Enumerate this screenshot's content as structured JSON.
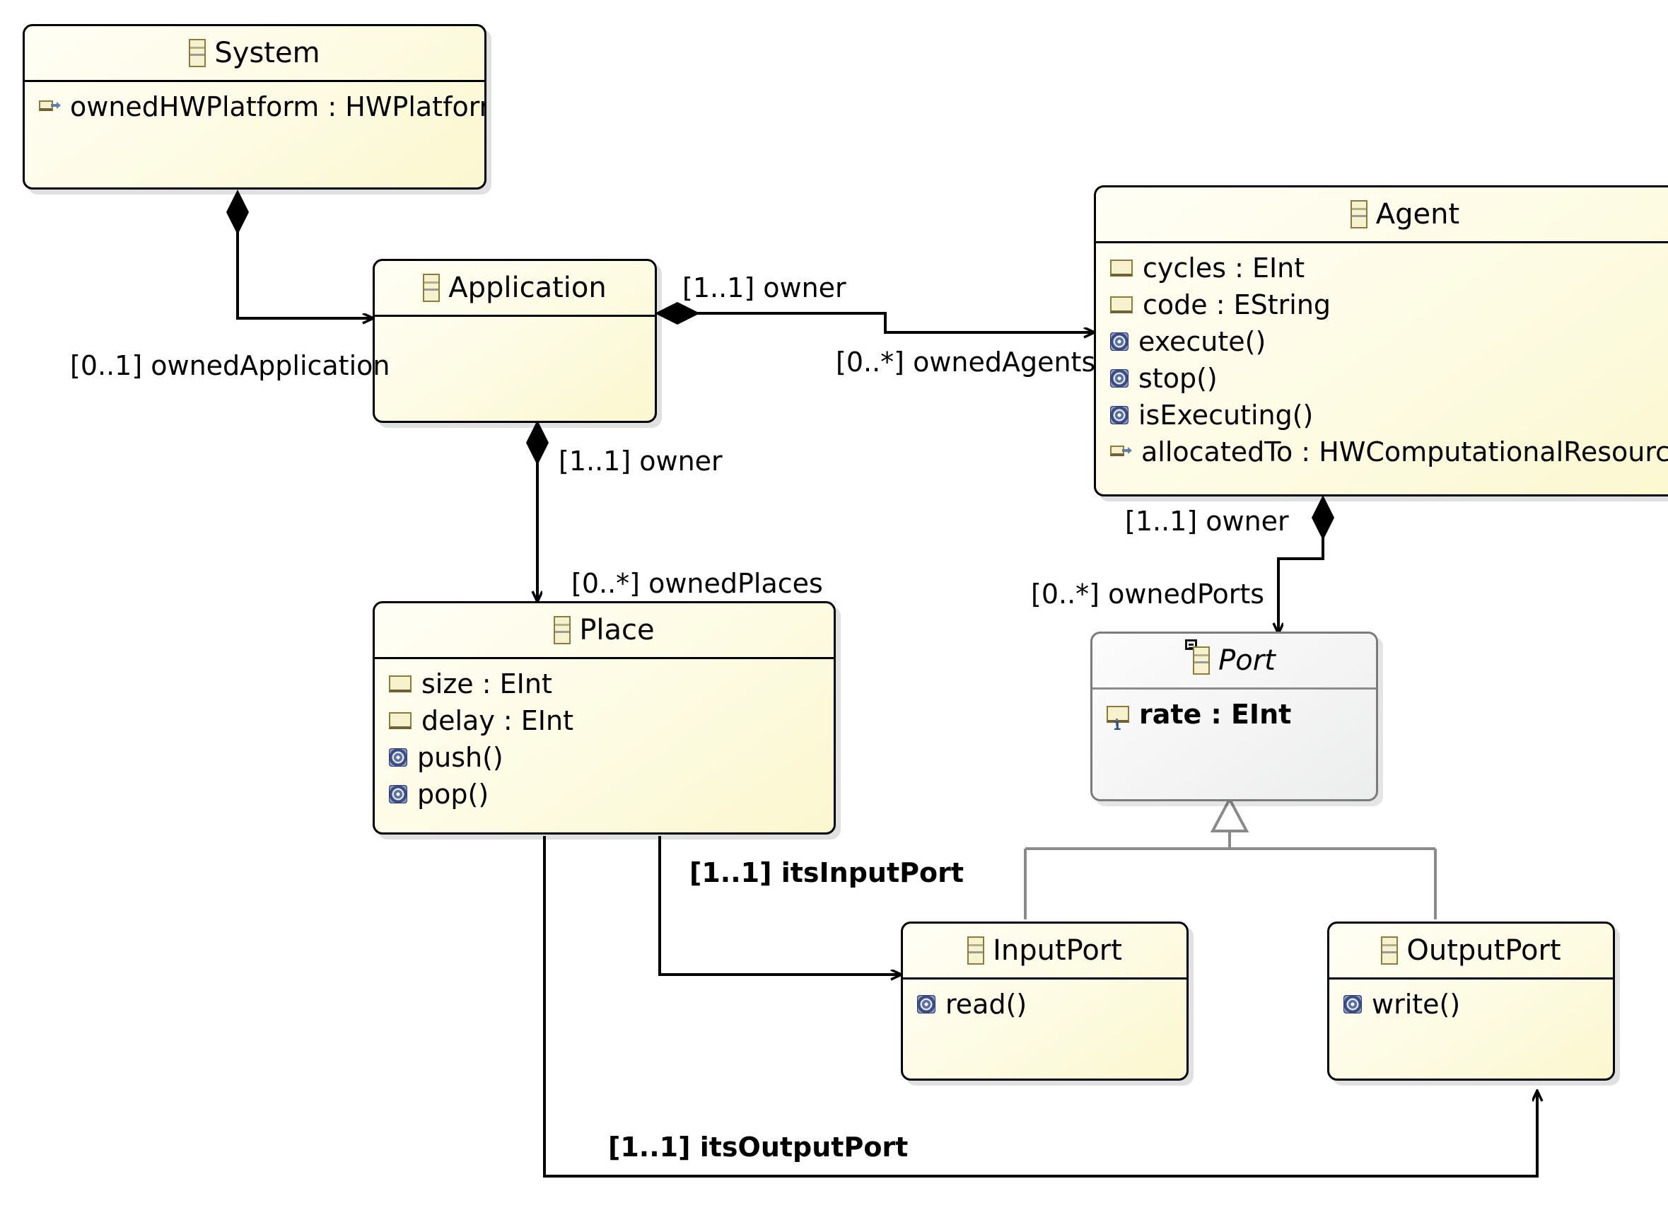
{
  "diagram": {
    "type": "uml-class-diagram",
    "classes": [
      {
        "id": "system",
        "name": "System",
        "abstract": false,
        "icon": "class-icon",
        "features": [
          {
            "kind": "reference",
            "icon": "reference-icon",
            "text": "ownedHWPlatform : HWPlatform"
          }
        ]
      },
      {
        "id": "application",
        "name": "Application",
        "abstract": false,
        "icon": "class-icon",
        "features": []
      },
      {
        "id": "agent",
        "name": "Agent",
        "abstract": false,
        "icon": "class-icon",
        "features": [
          {
            "kind": "attribute",
            "icon": "attribute-icon",
            "text": "cycles : EInt"
          },
          {
            "kind": "attribute",
            "icon": "attribute-icon",
            "text": "code : EString"
          },
          {
            "kind": "operation",
            "icon": "operation-icon",
            "text": "execute()"
          },
          {
            "kind": "operation",
            "icon": "operation-icon",
            "text": "stop()"
          },
          {
            "kind": "operation",
            "icon": "operation-icon",
            "text": "isExecuting()"
          },
          {
            "kind": "reference",
            "icon": "reference-icon",
            "text": "allocatedTo : HWComputationalResource"
          }
        ]
      },
      {
        "id": "place",
        "name": "Place",
        "abstract": false,
        "icon": "class-icon",
        "features": [
          {
            "kind": "attribute",
            "icon": "attribute-icon",
            "text": "size : EInt"
          },
          {
            "kind": "attribute",
            "icon": "attribute-icon",
            "text": "delay : EInt"
          },
          {
            "kind": "operation",
            "icon": "operation-icon",
            "text": "push()"
          },
          {
            "kind": "operation",
            "icon": "operation-icon",
            "text": "pop()"
          }
        ]
      },
      {
        "id": "port",
        "name": "Port",
        "abstract": true,
        "icon": "abstract-class-icon",
        "features": [
          {
            "kind": "attribute",
            "icon": "attribute-icon-1",
            "text": "rate : EInt"
          }
        ]
      },
      {
        "id": "inputport",
        "name": "InputPort",
        "abstract": false,
        "icon": "class-icon",
        "features": [
          {
            "kind": "operation",
            "icon": "operation-icon",
            "text": "read()"
          }
        ]
      },
      {
        "id": "outputport",
        "name": "OutputPort",
        "abstract": false,
        "icon": "class-icon",
        "features": [
          {
            "kind": "operation",
            "icon": "operation-icon",
            "text": "write()"
          }
        ]
      }
    ],
    "edge_labels": [
      {
        "id": "ownedApplication",
        "text": "[0..1] ownedApplication",
        "bold": false
      },
      {
        "id": "ownerApplicationAgent",
        "text": "[1..1] owner",
        "bold": false
      },
      {
        "id": "ownedAgents",
        "text": "[0..*] ownedAgents",
        "bold": false
      },
      {
        "id": "ownerApplicationPlace",
        "text": "[1..1] owner",
        "bold": false
      },
      {
        "id": "ownedPlaces",
        "text": "[0..*] ownedPlaces",
        "bold": false
      },
      {
        "id": "ownerAgentPort",
        "text": "[1..1] owner",
        "bold": false
      },
      {
        "id": "ownedPorts",
        "text": "[0..*] ownedPorts",
        "bold": false
      },
      {
        "id": "itsInputPort",
        "text": "[1..1] itsInputPort",
        "bold": true
      },
      {
        "id": "itsOutputPort",
        "text": "[1..1] itsOutputPort",
        "bold": true
      }
    ],
    "colors": {
      "class_fill": "#fffdf0",
      "class_border": "#000000",
      "abstract_fill": "#f2f2f2",
      "abstract_border": "#7b7b7b",
      "generalization_line": "#8a8a8a",
      "association_line": "#000000",
      "icon_gold": "#8c7b3a",
      "icon_blue": "#3c4d85"
    }
  }
}
